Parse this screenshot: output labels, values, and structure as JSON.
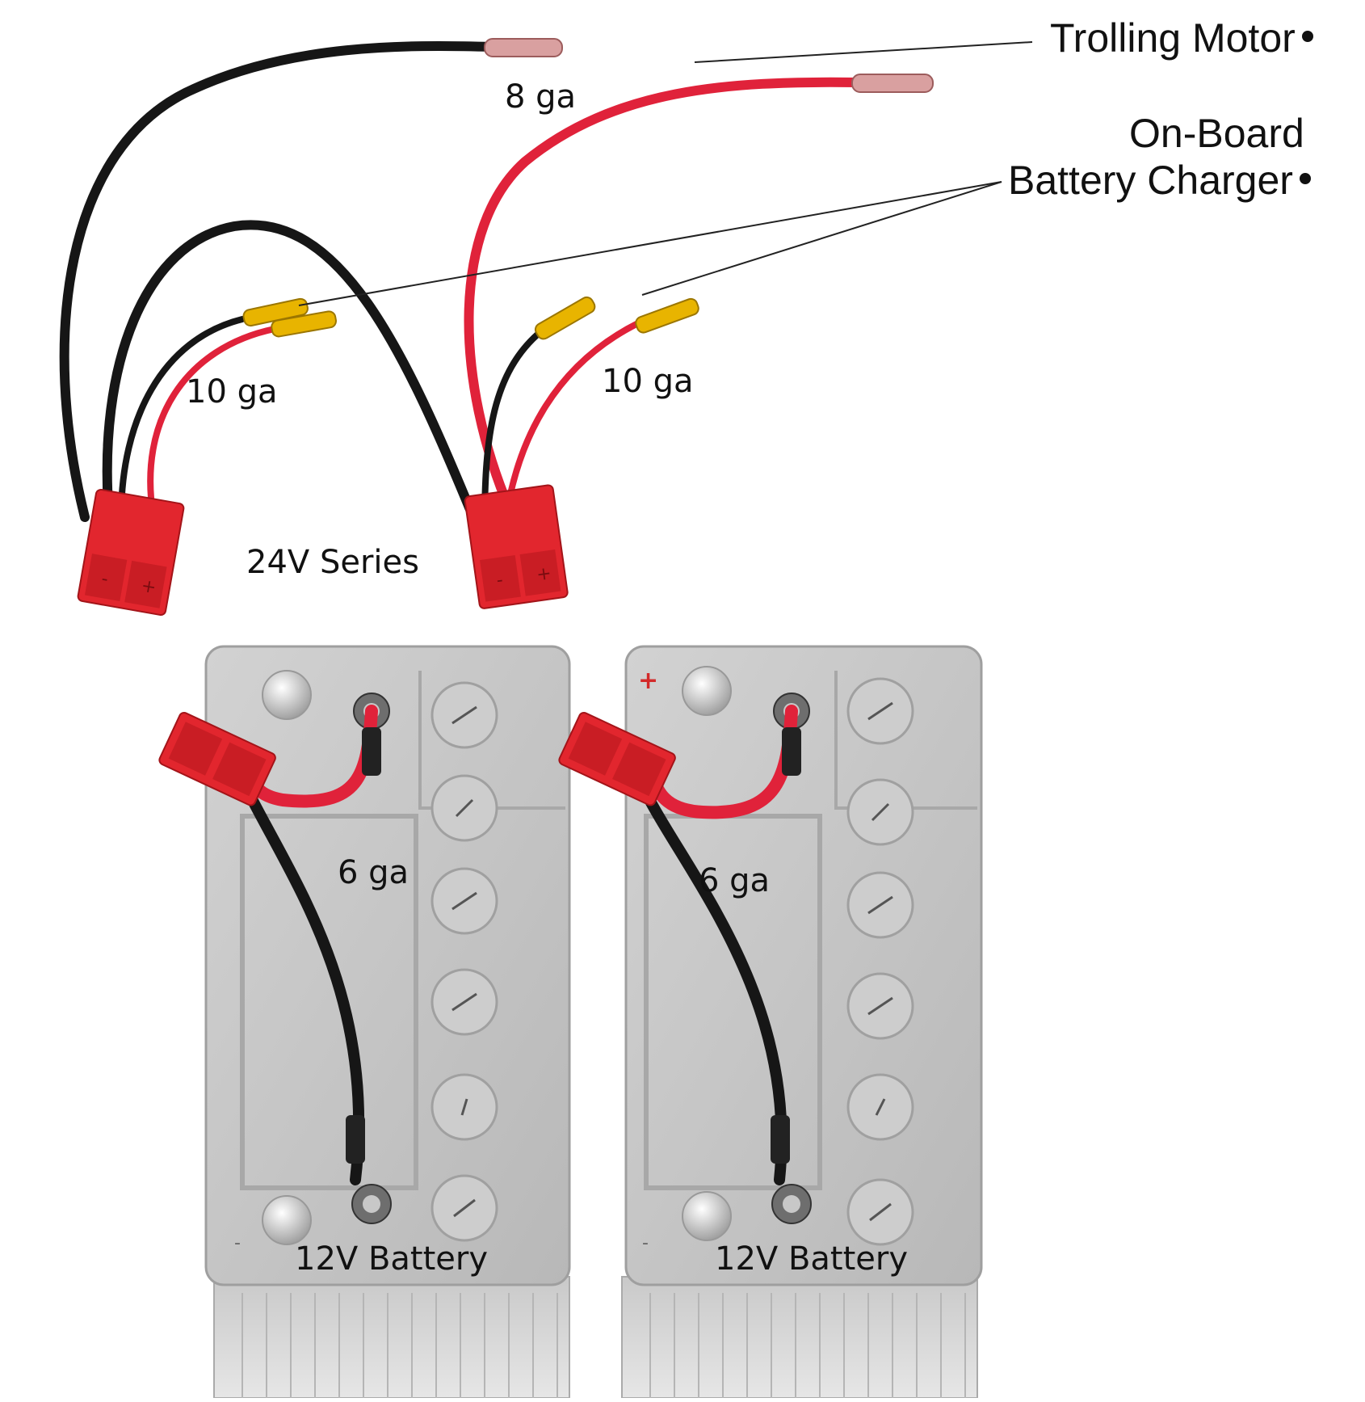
{
  "labels": {
    "trolling_motor": "Trolling Motor",
    "onboard_line1": "On-Board",
    "onboard_line2": "Battery Charger",
    "gauge_8": "8 ga",
    "gauge_10_left": "10 ga",
    "gauge_10_right": "10 ga",
    "series_24v": "24V Series",
    "gauge_6_left": "6 ga",
    "gauge_6_right": "6 ga",
    "battery_left": "12V Battery",
    "battery_right": "12V Battery"
  },
  "colors": {
    "wire_red": "#e0223a",
    "wire_black": "#161616",
    "connector_red": "#e2262e",
    "ring_terminal_yellow": "#e8b400",
    "butt_splice_pink": "#d9a0a0",
    "battery_gray": "#c4c4c4"
  },
  "icons": {
    "battery_positive": "plus-sign",
    "battery_negative": "minus-sign"
  }
}
